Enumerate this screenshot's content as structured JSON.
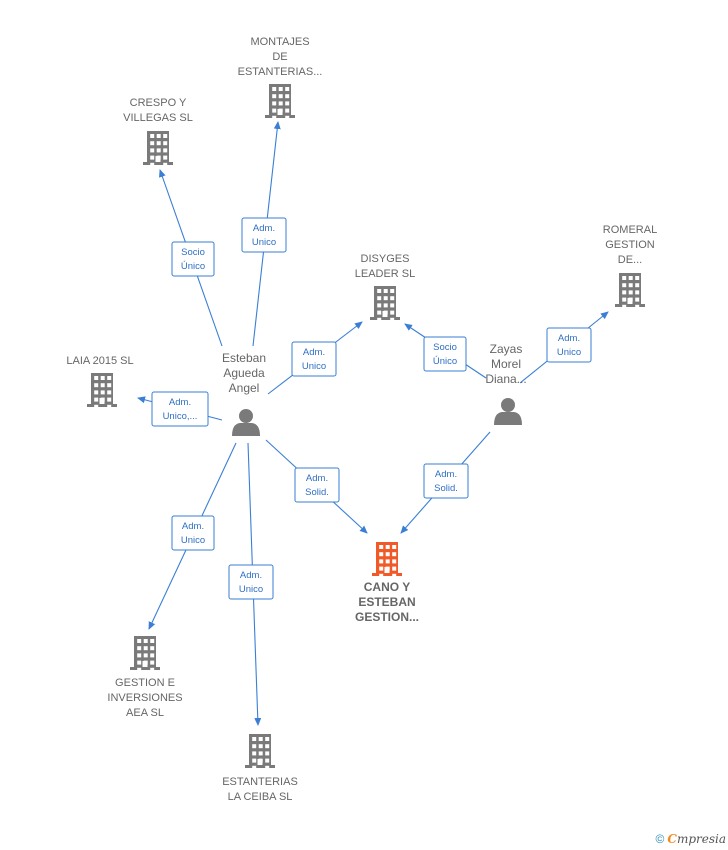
{
  "colors": {
    "edge": "#3a7fd5",
    "building": "#7a7a7a",
    "main_building": "#f05a28",
    "person": "#7a7a7a"
  },
  "companies": [
    {
      "id": "montajes",
      "lines": [
        "MONTAJES",
        "DE",
        "ESTANTERIAS..."
      ],
      "main": false
    },
    {
      "id": "crespo",
      "lines": [
        "CRESPO Y",
        "VILLEGAS  SL"
      ],
      "main": false
    },
    {
      "id": "disyges",
      "lines": [
        "DISYGES",
        "LEADER SL"
      ],
      "main": false
    },
    {
      "id": "romeral",
      "lines": [
        "ROMERAL",
        "GESTION",
        "DE..."
      ],
      "main": false
    },
    {
      "id": "laia",
      "lines": [
        "LAIA 2015  SL"
      ],
      "main": false
    },
    {
      "id": "cano",
      "lines": [
        "CANO Y",
        "ESTEBAN",
        "GESTION..."
      ],
      "main": true
    },
    {
      "id": "gestion",
      "lines": [
        "GESTION E",
        "INVERSIONES",
        "AEA  SL"
      ],
      "main": false
    },
    {
      "id": "ceiba",
      "lines": [
        "ESTANTERIAS",
        "LA CEIBA  SL"
      ],
      "main": false
    }
  ],
  "persons": [
    {
      "id": "esteban",
      "lines": [
        "Esteban",
        "Agueda",
        "Angel"
      ]
    },
    {
      "id": "zayas",
      "lines": [
        "Zayas",
        "Morel",
        "Diana..."
      ]
    }
  ],
  "edges": [
    {
      "id": "esteban-crespo",
      "lines": [
        "Socio",
        "Único"
      ]
    },
    {
      "id": "esteban-montajes",
      "lines": [
        "Adm.",
        "Unico"
      ]
    },
    {
      "id": "esteban-disyges",
      "lines": [
        "Adm.",
        "Unico"
      ]
    },
    {
      "id": "esteban-laia",
      "lines": [
        "Adm.",
        "Unico,..."
      ]
    },
    {
      "id": "esteban-cano",
      "lines": [
        "Adm.",
        "Solid."
      ]
    },
    {
      "id": "esteban-gestion",
      "lines": [
        "Adm.",
        "Unico"
      ]
    },
    {
      "id": "esteban-ceiba",
      "lines": [
        "Adm.",
        "Unico"
      ]
    },
    {
      "id": "zayas-disyges",
      "lines": [
        "Socio",
        "Único"
      ]
    },
    {
      "id": "zayas-romeral",
      "lines": [
        "Adm.",
        "Unico"
      ]
    },
    {
      "id": "zayas-cano",
      "lines": [
        "Adm.",
        "Solid."
      ]
    }
  ],
  "footer": {
    "copyright": "©",
    "brand_initial": "C",
    "brand_rest": "mpresia"
  }
}
